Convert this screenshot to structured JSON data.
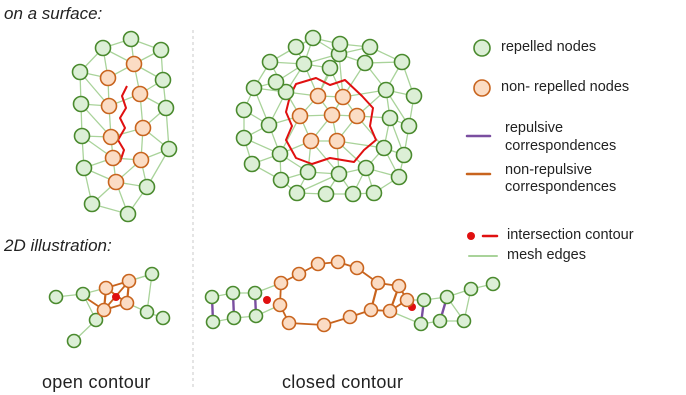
{
  "headings": {
    "surface": "on a surface:",
    "illustration_2d": "2D illustration:"
  },
  "captions": {
    "open": "open contour",
    "closed": "closed contour"
  },
  "legend": {
    "repelled": "repelled nodes",
    "non_repelled": "non- repelled nodes",
    "repulsive_line1": "repulsive",
    "repulsive_line2": "correspondences",
    "non_repulsive_line1": "non-repulsive",
    "non_repulsive_line2": "correspondences",
    "intersection": "intersection contour",
    "mesh_edges": "mesh edges"
  },
  "colors": {
    "repelled_fill": "#dcefd6",
    "repelled_stroke": "#4a8a2e",
    "non_repelled_fill": "#fbdcc4",
    "non_repelled_stroke": "#c8641e",
    "repulsive": "#7a4ea0",
    "non_repulsive": "#c8641e",
    "intersection": "#e01010",
    "mesh_edge": "#a9d39a",
    "divider": "#c8c8c8"
  }
}
